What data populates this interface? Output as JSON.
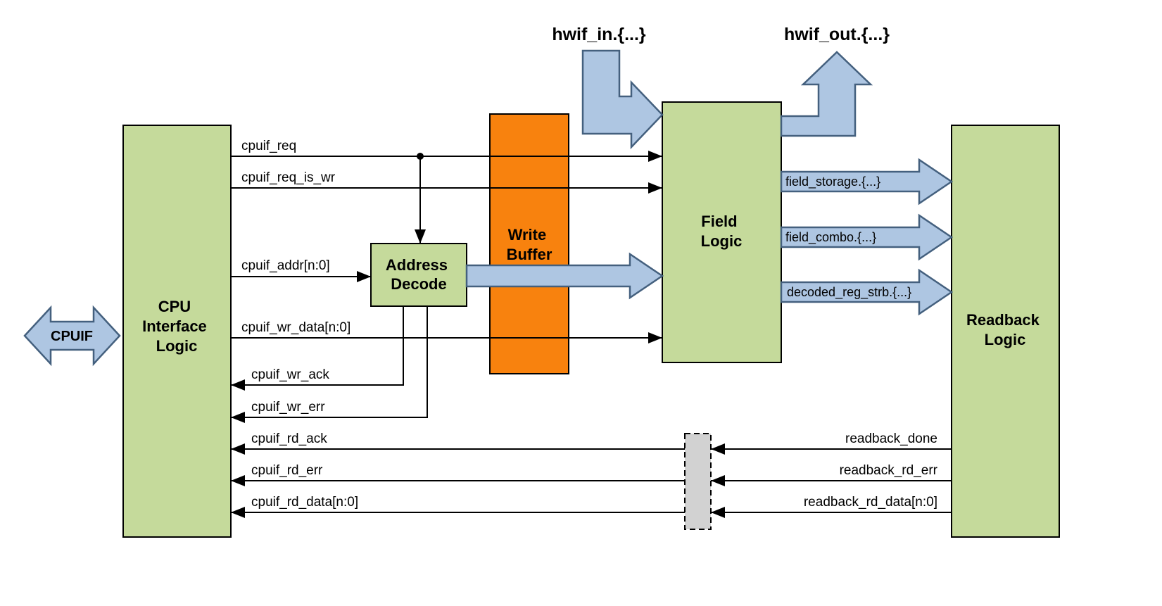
{
  "colors": {
    "background": "#ffffff",
    "block_green": "#c5da9b",
    "block_orange": "#f8820e",
    "arrow_fill": "#aec6e2",
    "arrow_stroke": "#44607e",
    "retime_gray": "#d2d2d2",
    "line_black": "#000000"
  },
  "blocks": {
    "cpu_interface": {
      "lines": [
        "CPU",
        "Interface",
        "Logic"
      ]
    },
    "address_decode": {
      "lines": [
        "Address",
        "Decode"
      ]
    },
    "write_buffer": {
      "lines": [
        "Write",
        "Buffer"
      ]
    },
    "field_logic": {
      "lines": [
        "Field",
        "Logic"
      ]
    },
    "readback_logic": {
      "lines": [
        "Readback",
        "Logic"
      ]
    }
  },
  "ports": {
    "cpuif_label": "CPUIF",
    "hwif_in_label": "hwif_in.{...}",
    "hwif_out_label": "hwif_out.{...}"
  },
  "signals": {
    "cpuif_req": "cpuif_req",
    "cpuif_req_is_wr": "cpuif_req_is_wr",
    "cpuif_addr": "cpuif_addr[n:0]",
    "cpuif_wr_data": "cpuif_wr_data[n:0]",
    "cpuif_wr_ack": "cpuif_wr_ack",
    "cpuif_wr_err": "cpuif_wr_err",
    "cpuif_rd_ack": "cpuif_rd_ack",
    "cpuif_rd_err": "cpuif_rd_err",
    "cpuif_rd_data": "cpuif_rd_data[n:0]",
    "readback_done": "readback_done",
    "readback_rd_err": "readback_rd_err",
    "readback_rd_data": "readback_rd_data[n:0]"
  },
  "bus_labels": {
    "field_storage": "field_storage.{...}",
    "field_combo": "field_combo.{...}",
    "decoded_reg_strb": "decoded_reg_strb.{...}"
  }
}
